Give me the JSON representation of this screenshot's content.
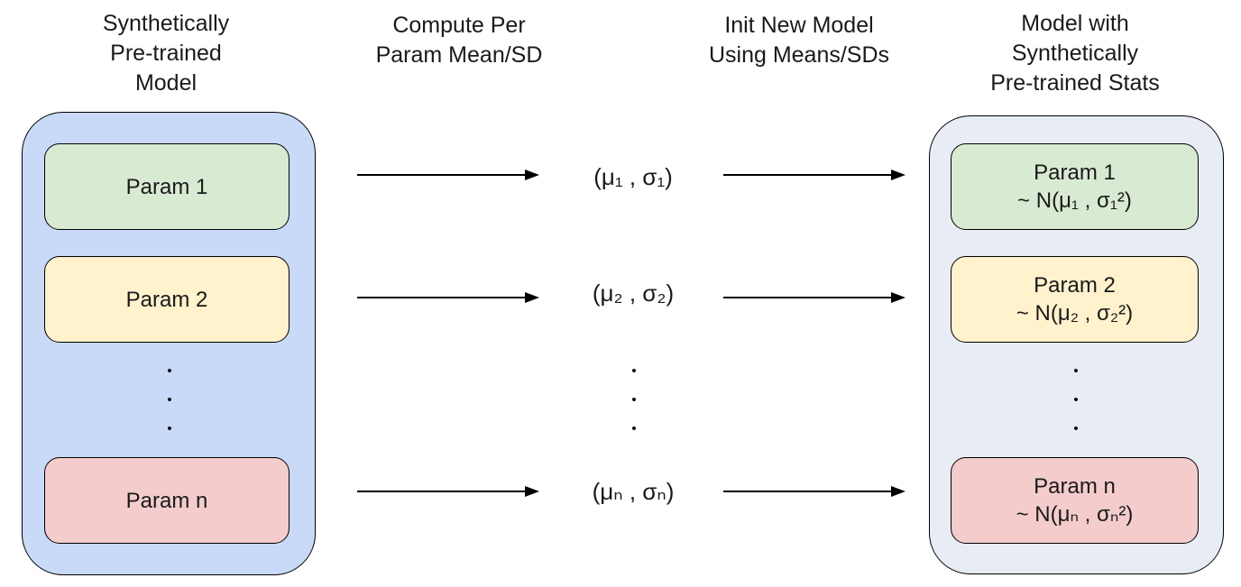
{
  "headers": {
    "col1": {
      "lines": [
        "Synthetically",
        "Pre-trained",
        "Model"
      ]
    },
    "col2": {
      "lines": [
        "Compute Per",
        "Param Mean/SD"
      ]
    },
    "col3": {
      "lines": [
        "Init New Model",
        "Using Means/SDs"
      ]
    },
    "col4": {
      "lines": [
        "Model with",
        "Synthetically",
        "Pre-trained Stats"
      ]
    }
  },
  "left_model": {
    "params": [
      {
        "label": "Param 1",
        "fill": "#d9ead3"
      },
      {
        "label": "Param 2",
        "fill": "#fff2cc"
      },
      {
        "label": "Param n",
        "fill": "#f4cccc"
      }
    ],
    "container_fill": "#c9daf8"
  },
  "stats": {
    "rows": [
      "(μ₁ , σ₁)",
      "(μ₂ , σ₂)",
      "(μₙ , σₙ)"
    ]
  },
  "right_model": {
    "params": [
      {
        "label": "Param 1",
        "dist": "~ N(μ₁ , σ₁²)",
        "fill": "#d9ead3"
      },
      {
        "label": "Param 2",
        "dist": "~ N(μ₂ , σ₂²)",
        "fill": "#fff2cc"
      },
      {
        "label": "Param n",
        "dist": "~ N(μₙ , σₙ²)",
        "fill": "#f4cccc"
      }
    ],
    "container_fill": "#e7ecf5"
  },
  "dots": [
    "•",
    "•",
    "•"
  ],
  "colors": {
    "left_container_fill": "#c9daf8",
    "right_container_fill": "#e7ecf5",
    "param_green": "#d9ead3",
    "param_yellow": "#fff2cc",
    "param_red": "#f4cccc",
    "border": "#000000",
    "text": "#1a1a1a",
    "background": "#ffffff"
  }
}
